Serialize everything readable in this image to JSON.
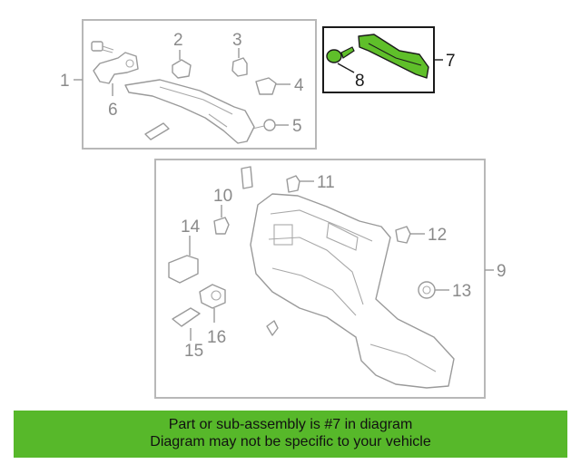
{
  "callouts": {
    "c1": "1",
    "c2": "2",
    "c3": "3",
    "c4": "4",
    "c5": "5",
    "c6": "6",
    "c7": "7",
    "c8": "8",
    "c9": "9",
    "c10": "10",
    "c11": "11",
    "c12": "12",
    "c13": "13",
    "c14": "14",
    "c15": "15",
    "c16": "16"
  },
  "highlight_part": "7",
  "colors": {
    "banner": "#57b82a",
    "highlight_fill": "#5fbf2a",
    "callout_gray": "#8a8a8a",
    "line_gray": "#b8b8b8"
  },
  "banner": {
    "line1": "Part or sub-assembly is #7 in diagram",
    "line2": "Diagram may not be specific to your vehicle"
  }
}
